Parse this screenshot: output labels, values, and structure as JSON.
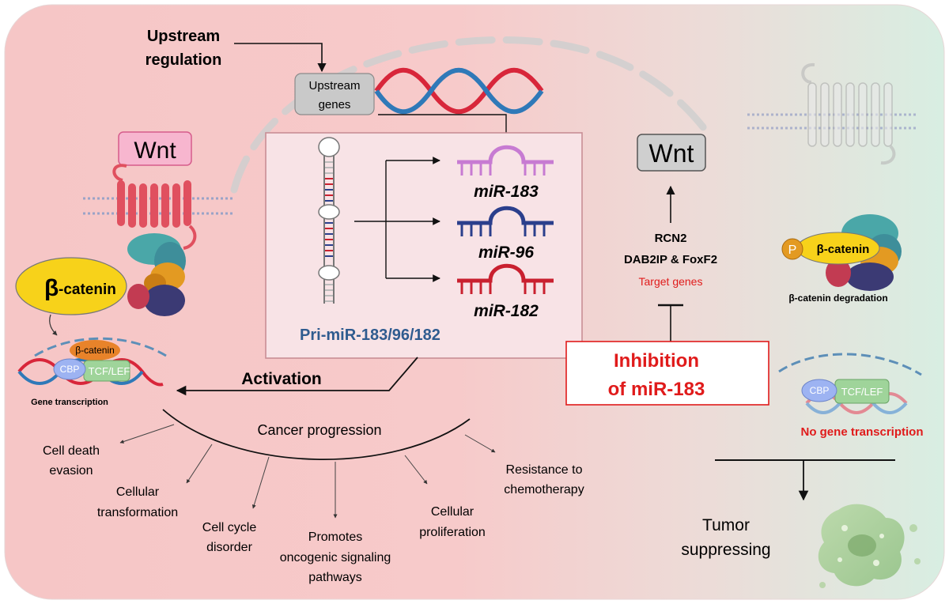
{
  "colors": {
    "bg_left": "#f6c9c9",
    "bg_right": "#dcefe4",
    "wnt_pink": "#f7b6cf",
    "receptor_red": "#e0505f",
    "catenin_yellow": "#f7d21a",
    "tcf_green": "#9fd49a",
    "cbp_blue": "#9db3f2",
    "mir183": "#c77bd2",
    "mir96": "#2b3f8c",
    "mir182": "#c9202f",
    "dna_red": "#d8263a",
    "dna_blue": "#2f79b8",
    "title_blue": "#2f5b8f",
    "alert_red": "#e01b1b",
    "tumor_green": "#9cc78b"
  },
  "upstream": {
    "regulation_line1": "Upstream",
    "regulation_line2": "regulation",
    "genes_line1": "Upstream",
    "genes_line2": "genes"
  },
  "left": {
    "wnt": "Wnt",
    "catenin_beta": "β",
    "catenin_suffix": "-catenin",
    "nucleus_catenin": "β-catenin",
    "cbp": "CBP",
    "tcf": "TCF/LEF",
    "gene_transcription": "Gene transcription"
  },
  "center": {
    "pri_mir": "Pri-miR-183/96/182",
    "mir183": "miR-183",
    "mir96": "miR-96",
    "mir182": "miR-182",
    "activation": "Activation",
    "cancer_progression": "Cancer progression"
  },
  "outcomes": {
    "cell_death_1": "Cell death",
    "cell_death_2": "evasion",
    "transformation_1": "Cellular",
    "transformation_2": "transformation",
    "cycle_1": "Cell cycle",
    "cycle_2": "disorder",
    "oncogenic_1": "Promotes",
    "oncogenic_2": "oncogenic signaling",
    "oncogenic_3": "pathways",
    "proliferation_1": "Cellular",
    "proliferation_2": "proliferation",
    "resistance_1": "Resistance to",
    "resistance_2": "chemotherapy"
  },
  "right": {
    "wnt": "Wnt",
    "target_1": "RCN2",
    "target_2": "DAB2IP & FoxF2",
    "target_label": "Target genes",
    "inhibition_1": "Inhibition",
    "inhibition_2": "of miR-183",
    "phospho": "P",
    "catenin": "β-catenin",
    "degradation": "β-catenin degradation",
    "cbp": "CBP",
    "tcf": "TCF/LEF",
    "no_transcription": "No gene transcription",
    "tumor_1": "Tumor",
    "tumor_2": "suppressing"
  }
}
